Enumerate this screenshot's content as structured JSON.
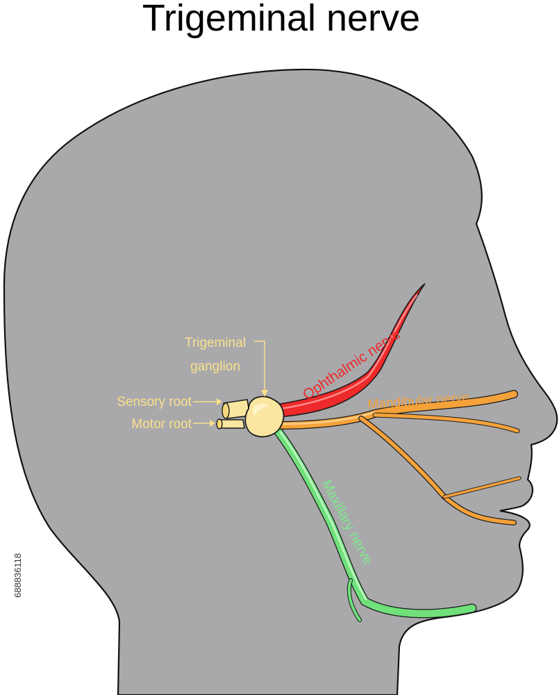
{
  "title": "Trigeminal nerve",
  "labels": {
    "ganglion_line1": "Trigeminal",
    "ganglion_line2": "ganglion",
    "sensory_root": "Sensory root",
    "motor_root": "Motor root",
    "ophthalmic": "Ophthalmic nerve",
    "mandibular": "Mandibular nerve",
    "maxillary": "Maxillary nerve"
  },
  "stock_id": "688836118",
  "colors": {
    "head_fill": "#a9a9ac",
    "ophthalmic": "#ee2a2a",
    "mandibular": "#f5a23a",
    "maxillary": "#6fe07a",
    "ganglion": "#fbe6a0",
    "label": "#fbe08a"
  }
}
